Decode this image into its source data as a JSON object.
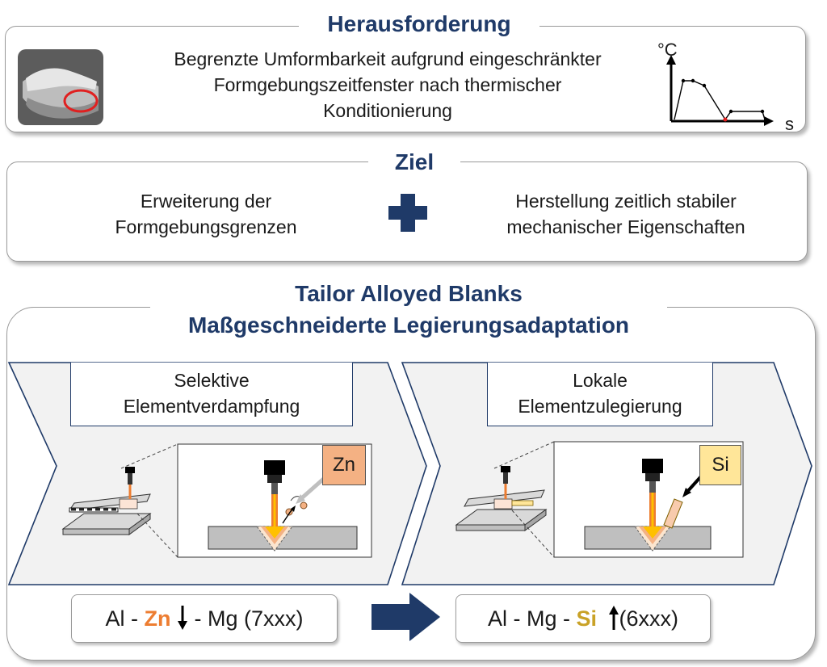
{
  "challenge": {
    "heading": "Herausforderung",
    "text_lines": [
      "Begrenzte Umformbarkeit aufgrund eingeschränkter",
      "Formgebungszeitfenster nach thermischer",
      "Konditionierung"
    ],
    "chart_y_unit": "°C",
    "chart_x_unit": "s"
  },
  "goal": {
    "heading": "Ziel",
    "left_lines": [
      "Erweiterung der",
      "Formgebungsgrenzen"
    ],
    "right_lines": [
      "Herstellung zeitlich stabiler",
      "mechanischer Eigenschaften"
    ]
  },
  "tab": {
    "heading_line1": "Tailor Alloyed Blanks",
    "heading_line2": "Maßgeschneiderte Legierungsadaptation",
    "step1": {
      "label_lines": [
        "Selektive",
        "Elementverdampfung"
      ],
      "element": "Zn",
      "element_color": "#f4b183"
    },
    "step2": {
      "label_lines": [
        "Lokale",
        "Elementzulegierung"
      ],
      "element": "Si",
      "element_color": "#ffe699"
    },
    "formula1": {
      "prefix": "Al - ",
      "element": "Zn",
      "suffix": " - Mg (7xxx)"
    },
    "formula2": {
      "prefix": "Al - Mg - ",
      "element": "Si",
      "suffix": "(6xxx)"
    }
  },
  "colors": {
    "navy": "#1f3a68",
    "zn": "#ed7d31",
    "si": "#c9a227"
  }
}
